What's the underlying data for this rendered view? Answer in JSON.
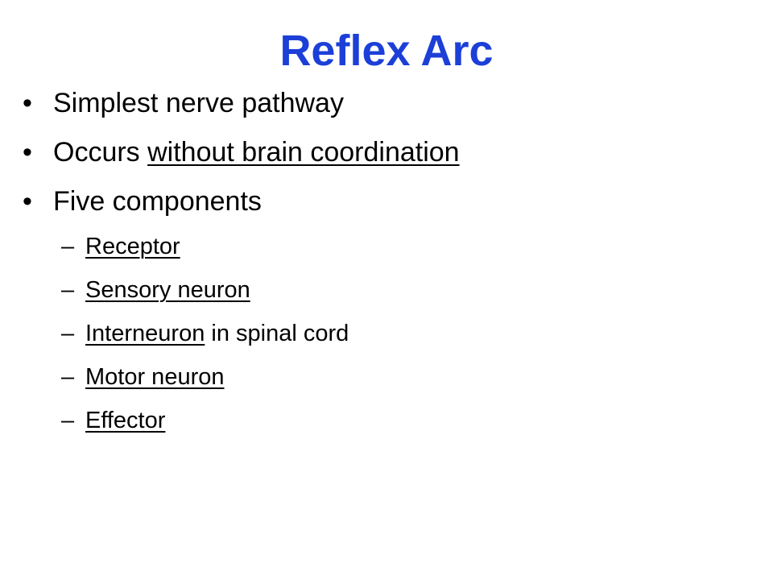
{
  "slide": {
    "title": "Reflex Arc",
    "bullet_glyph": "•",
    "dash_glyph": "–",
    "bullets": [
      {
        "plain": "Simplest nerve pathway"
      },
      {
        "plain": "Occurs ",
        "underlined": "without brain coordination"
      },
      {
        "plain": "Five components"
      }
    ],
    "components": [
      {
        "underlined": "Receptor",
        "rest": ""
      },
      {
        "underlined": "Sensory neuron",
        "rest": ""
      },
      {
        "underlined": "Interneuron",
        "rest": " in spinal cord"
      },
      {
        "underlined": "Motor neuron",
        "rest": ""
      },
      {
        "underlined": "Effector",
        "rest": ""
      }
    ],
    "colors": {
      "title": "#1c3fd8",
      "body": "#000000",
      "background": "#ffffff"
    }
  }
}
